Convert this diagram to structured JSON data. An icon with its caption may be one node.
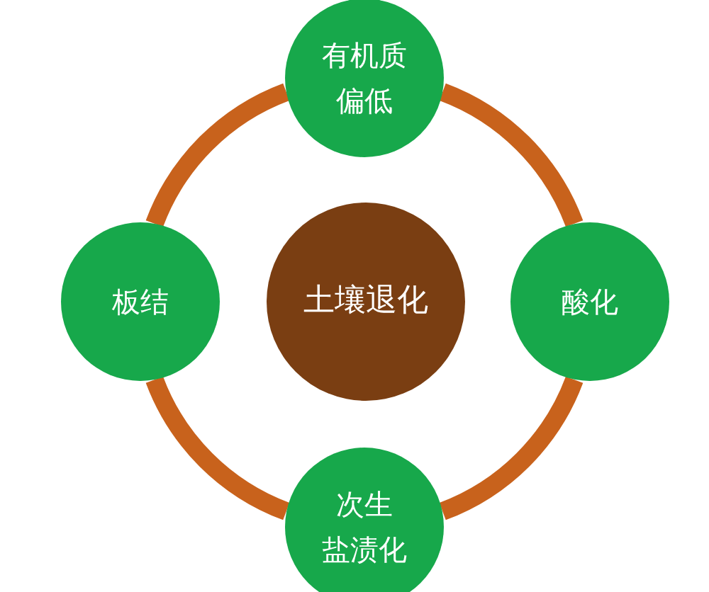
{
  "diagram": {
    "nodes": [
      {
        "text": [
          "有机质偏低"
        ]
      },
      {
        "text": [
          "板结"
        ]
      },
      {
        "text": [
          "土壤退化"
        ]
      },
      {
        "text": [
          "酸化"
        ]
      },
      {
        "text": [
          "次生盐渍化"
        ]
      }
    ],
    "edges": [
      {
        "from": 0,
        "to": 3,
        "arrow": "none"
      },
      {
        "from": 3,
        "to": 4,
        "arrow": "none"
      },
      {
        "from": 4,
        "to": 1,
        "arrow": "none"
      },
      {
        "from": 1,
        "to": 0,
        "arrow": "none"
      }
    ]
  }
}
